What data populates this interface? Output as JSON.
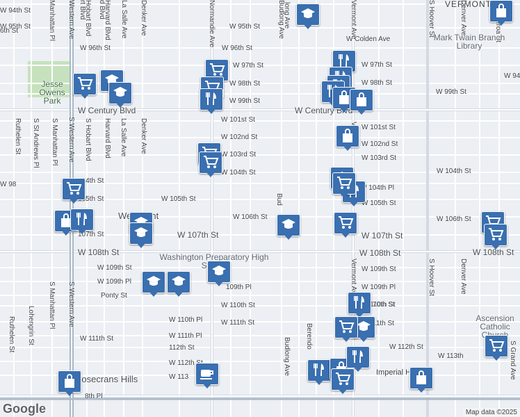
{
  "map": {
    "area_name": "Westmont",
    "streets_h": [
      "W 94th St",
      "W 95th St",
      "W 95th St",
      "W Colden Ave",
      "W 96th St",
      "W 96th St",
      "W 97th St",
      "W 97th St",
      "W 98th St",
      "W 98th St",
      "W 99th St",
      "W 99th St",
      "W Century Blvd",
      "W Century Blvd",
      "W 101st St",
      "W 101st St",
      "W 102nd St",
      "W 102nd St",
      "W 103rd St",
      "W 103rd St",
      "W 104th St",
      "W 104th St",
      "104th St",
      "W 104th Pl",
      "105th St",
      "W 105th St",
      "W 105th St",
      "W 106th St",
      "W 106th St",
      "107th St",
      "W 107th St",
      "W 107th St",
      "W 108th St",
      "W 108th St",
      "W 108th St",
      "W 109th St",
      "W 109th St",
      "W 109th Pl",
      "109th Pl",
      "W 109th Pl",
      "Ponty St",
      "W 110th St",
      "W 110th St",
      "70th St",
      "W 110th Pl",
      "W 111th St",
      "11th St",
      "W 111th St",
      "W 111th Pl",
      "112th St",
      "W 112th St",
      "W 112th St",
      "W 113th",
      "W 113",
      "Imperial Hwy.",
      "8th Pl",
      "6th St",
      "W 98",
      "W 94th St",
      "VERMONT VIS"
    ],
    "streets_v": [
      "Western Ave",
      "Hobart Blvd",
      "Harvard Blvd",
      "La Salle Ave",
      "Denker Ave",
      "Normandie Ave",
      "Budlong Ave",
      "Vermont Ave",
      "S Hoover St",
      "Denver Ave",
      "S Figueroa St",
      "Ruthelen St",
      "S St Andrews Pl",
      "S Manhattan Pl",
      "S Western Ave",
      "S Hobart Blvd",
      "Harvard Blvd",
      "La Salle Ave",
      "Denker Ave",
      "Lohengrin St",
      "Ruthelen St",
      "S Manhattan Pl",
      "S Western Ave",
      "Budlong Ave",
      "Bud",
      "Vermont Ave",
      "S Hoover St",
      "Denver Ave",
      "S Grand Ave",
      "Vermont",
      "Berendo",
      "long Ave",
      "Manhattan Pl",
      "rt Blvd",
      "d Blvd"
    ],
    "places": [
      "Jesse Owens Park",
      "Mark Twain Branch Library",
      "Washington Preparatory High School",
      "Ascension Catholic Church",
      "Rosecrans Hills"
    ],
    "pins": [
      {
        "icon": "school-icon"
      },
      {
        "icon": "shopping-bag-icon"
      },
      {
        "icon": "restaurant-icon"
      },
      {
        "icon": "grocery-cart-icon"
      },
      {
        "icon": "school-icon"
      },
      {
        "icon": "grocery-cart-icon"
      },
      {
        "icon": "restaurant-icon"
      },
      {
        "icon": "school-icon"
      },
      {
        "icon": "restaurant-icon"
      },
      {
        "icon": "restaurant-icon"
      },
      {
        "icon": "grocery-cart-icon"
      },
      {
        "icon": "restaurant-icon"
      },
      {
        "icon": "shopping-bag-icon"
      },
      {
        "icon": "shopping-bag-icon"
      },
      {
        "icon": "grocery-cart-icon"
      },
      {
        "icon": "grocery-cart-icon"
      },
      {
        "icon": "shopping-bag-icon"
      },
      {
        "icon": "grocery-cart-icon"
      },
      {
        "icon": "school-icon"
      },
      {
        "icon": "restaurant-icon"
      },
      {
        "icon": "grocery-cart-icon"
      },
      {
        "icon": "shopping-bag-icon"
      },
      {
        "icon": "restaurant-icon"
      },
      {
        "icon": "school-icon"
      },
      {
        "icon": "school-icon"
      },
      {
        "icon": "grocery-cart-icon"
      },
      {
        "icon": "grocery-cart-icon"
      },
      {
        "icon": "school-icon"
      },
      {
        "icon": "school-icon"
      },
      {
        "icon": "school-icon"
      },
      {
        "icon": "school-icon"
      },
      {
        "icon": "restaurant-icon"
      },
      {
        "icon": "grocery-cart-icon"
      },
      {
        "icon": "school-icon"
      },
      {
        "icon": "grocery-cart-icon"
      },
      {
        "icon": "restaurant-icon"
      },
      {
        "icon": "shopping-bag-icon"
      },
      {
        "icon": "coffee-icon"
      },
      {
        "icon": "restaurant-icon"
      },
      {
        "icon": "grocery-cart-icon"
      },
      {
        "icon": "shopping-bag-icon"
      },
      {
        "icon": "grocery-cart-icon"
      },
      {
        "icon": "shopping-bag-icon"
      }
    ],
    "logo": "Google",
    "attribution": "Map data ©2025",
    "colors": {
      "pin": "#3a6fb0",
      "road_major": "#ffffff",
      "background": "#eceff3",
      "park": "#c6e2bd",
      "freeway": "#a9b8c7"
    }
  }
}
